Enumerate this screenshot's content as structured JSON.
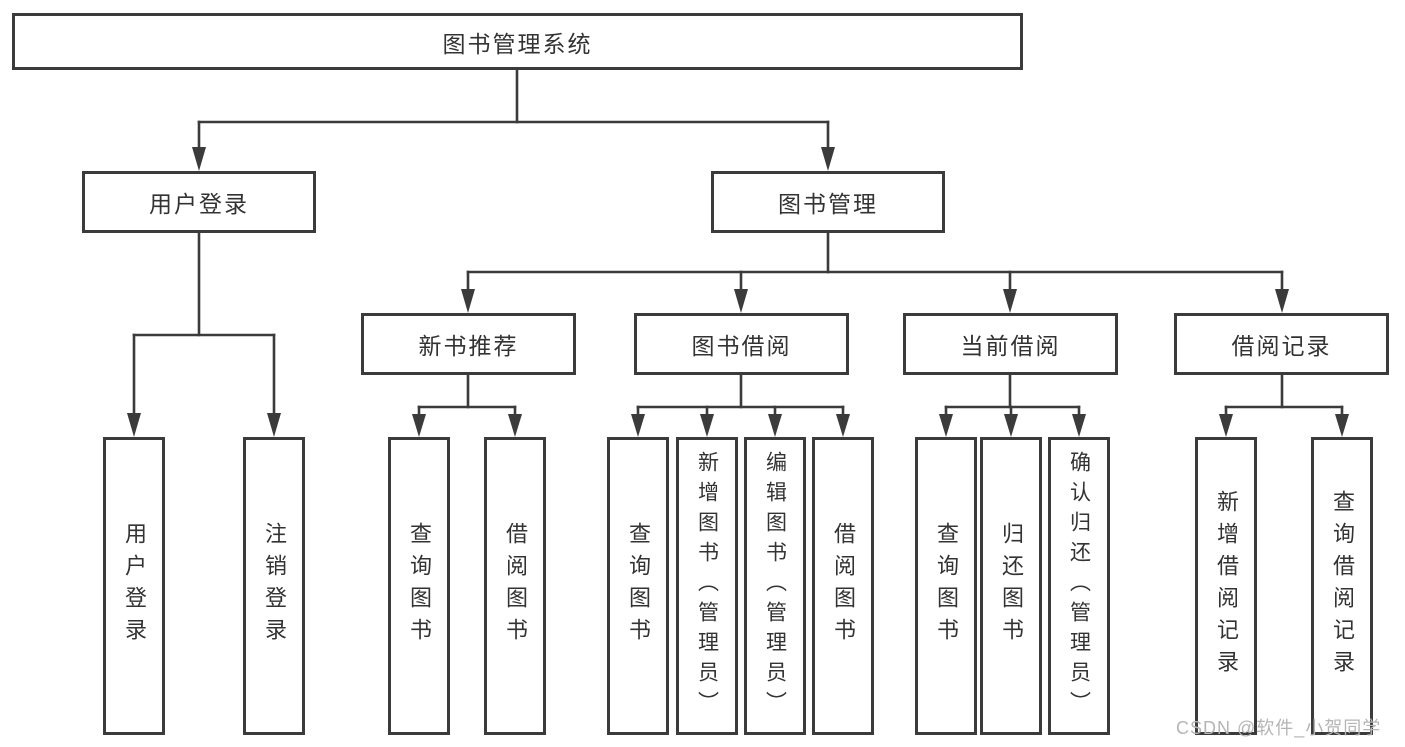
{
  "tree": {
    "root": {
      "label": "图书管理系统",
      "children": [
        {
          "label": "用户登录",
          "children": [
            {
              "label": "用户登录"
            },
            {
              "label": "注销登录"
            }
          ]
        },
        {
          "label": "图书管理",
          "children": [
            {
              "label": "新书推荐",
              "children": [
                {
                  "label": "查询图书"
                },
                {
                  "label": "借阅图书"
                }
              ]
            },
            {
              "label": "图书借阅",
              "children": [
                {
                  "label": "查询图书"
                },
                {
                  "label": "新增图书（管理员）"
                },
                {
                  "label": "编辑图书（管理员）"
                },
                {
                  "label": "借阅图书"
                }
              ]
            },
            {
              "label": "当前借阅",
              "children": [
                {
                  "label": "查询图书"
                },
                {
                  "label": "归还图书"
                },
                {
                  "label": "确认归还（管理员）"
                }
              ]
            },
            {
              "label": "借阅记录",
              "children": [
                {
                  "label": "新增借阅记录"
                },
                {
                  "label": "查询借阅记录"
                }
              ]
            }
          ]
        }
      ]
    }
  },
  "watermark": {
    "text": "CSDN @软件_小贺同学"
  },
  "colors": {
    "line": "#3b3b3b",
    "node_fill": "#ffffff",
    "text": "#333333",
    "watermark": "#b5b5b5",
    "background": "#ffffff"
  }
}
